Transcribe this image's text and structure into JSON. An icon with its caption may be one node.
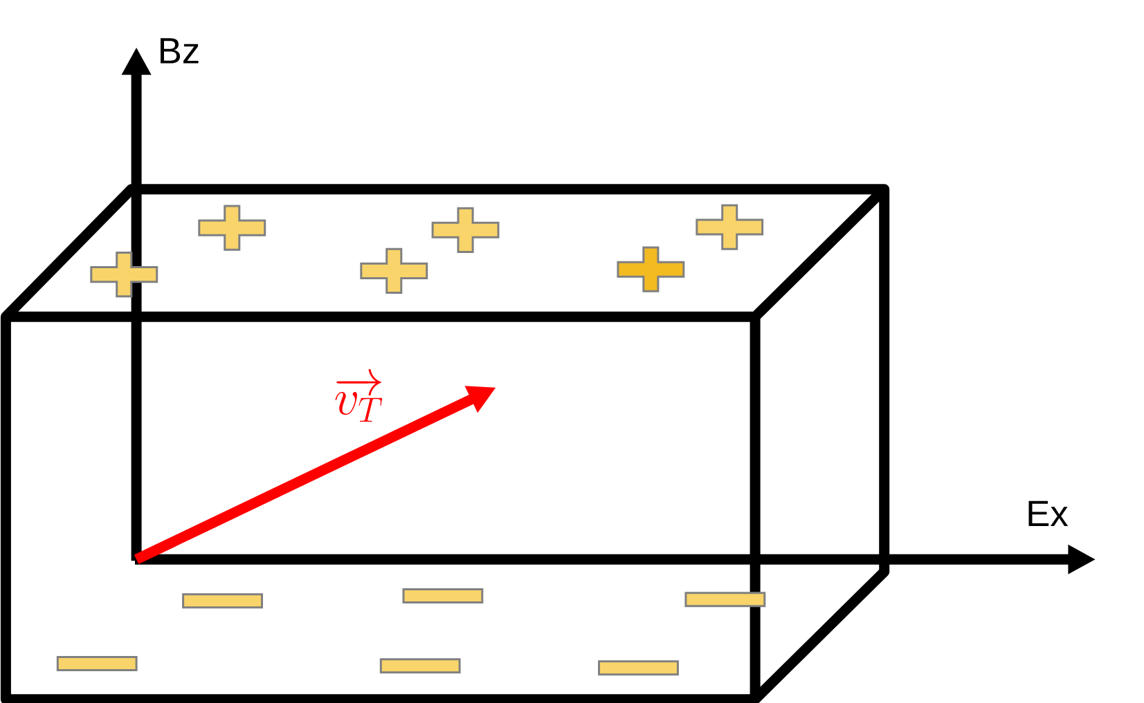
{
  "diagram": {
    "labels": [
      "Bz",
      "Ex",
      "\\overrightarrow{v_T}"
    ]
  }
}
